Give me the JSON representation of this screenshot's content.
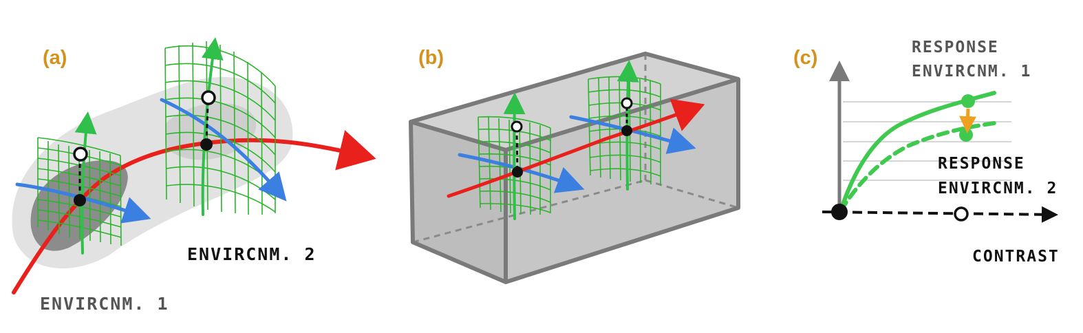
{
  "panels": {
    "a": {
      "label": "(a)",
      "environment_1": "ENVIRCNM. 1",
      "environment_2": "ENVIRCNM. 2"
    },
    "b": {
      "label": "(b)"
    },
    "c": {
      "label": "(c)",
      "response_env_1_line1": "RESPONSE",
      "response_env_1_line2": "ENVIRCNM. 1",
      "response_env_2_line1": "RESPONSE",
      "response_env_2_line2": "ENVIRCNM. 2",
      "x_axis_label": "CONTRAST"
    }
  },
  "colors": {
    "panel_label": "#d4921d",
    "trajectory": "#e8211d",
    "grid_lines": "#2ab52a",
    "horizontal_axis": "#3b7fe0",
    "vertical_axis": "#2fbf4a",
    "box_fill": "#c4c4c4",
    "box_edge": "#7a7a7a",
    "response_curve": "#3fc94f",
    "shift_arrow": "#f0a020",
    "text_dark": "#111111",
    "text_gray": "#555555"
  }
}
